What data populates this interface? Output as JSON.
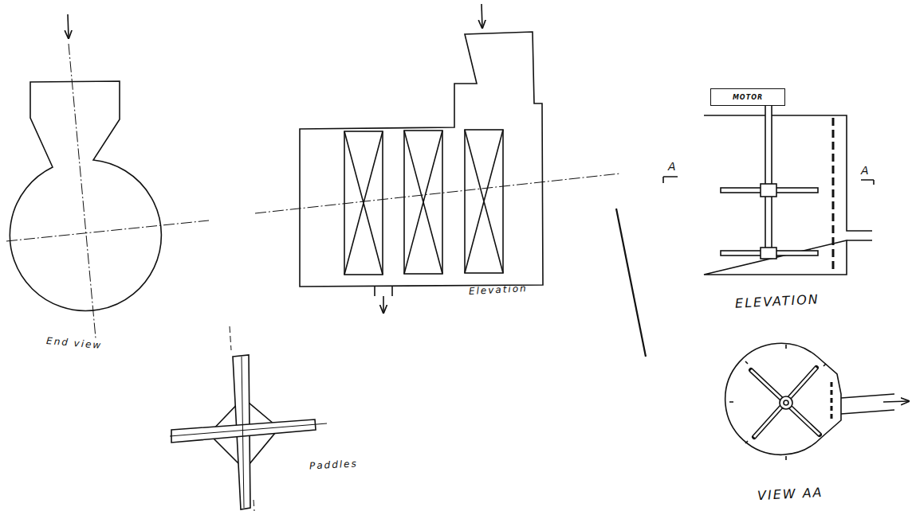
{
  "diagram": {
    "nodes": [
      {
        "text": [
          "MOTOR"
        ]
      }
    ],
    "labels": [
      "End view",
      "Elevation",
      "Paddles",
      "A",
      "A",
      "ELEVATION",
      "VIEW AA"
    ]
  }
}
